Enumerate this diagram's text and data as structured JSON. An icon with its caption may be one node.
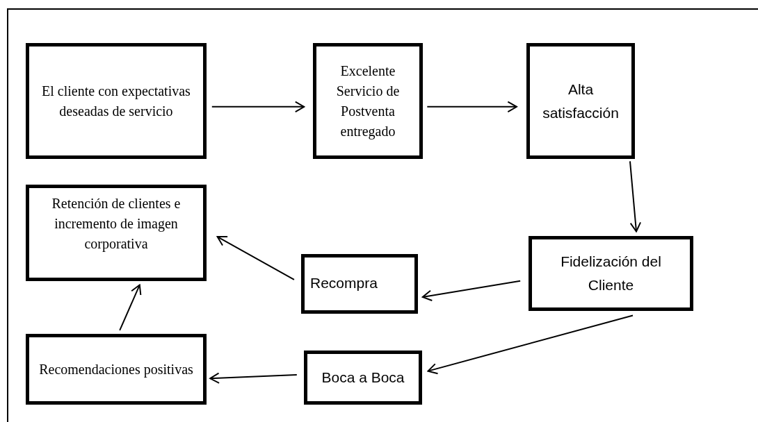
{
  "diagram": {
    "nodes": [
      {
        "text": [
          "El cliente con expectativas deseadas de servicio"
        ]
      },
      {
        "text": [
          "Excelente Servicio de Postventa entregado"
        ]
      },
      {
        "text": [
          "Alta satisfacción"
        ]
      },
      {
        "text": [
          "Retención de clientes e incremento de imagen corporativa"
        ]
      },
      {
        "text": [
          "Recompra"
        ]
      },
      {
        "text": [
          "Fidelización del Cliente"
        ]
      },
      {
        "text": [
          "Recomendaciones positivas"
        ]
      },
      {
        "text": [
          "Boca a Boca"
        ]
      }
    ],
    "edges": [
      {
        "from": 0,
        "to": 1,
        "arrow": "to"
      },
      {
        "from": 1,
        "to": 2,
        "arrow": "to"
      },
      {
        "from": 2,
        "to": 5,
        "arrow": "to"
      },
      {
        "from": 5,
        "to": 4,
        "arrow": "to"
      },
      {
        "from": 4,
        "to": 3,
        "arrow": "to"
      },
      {
        "from": 5,
        "to": 7,
        "arrow": "to"
      },
      {
        "from": 7,
        "to": 6,
        "arrow": "to"
      },
      {
        "from": 6,
        "to": 3,
        "arrow": "to"
      }
    ]
  }
}
